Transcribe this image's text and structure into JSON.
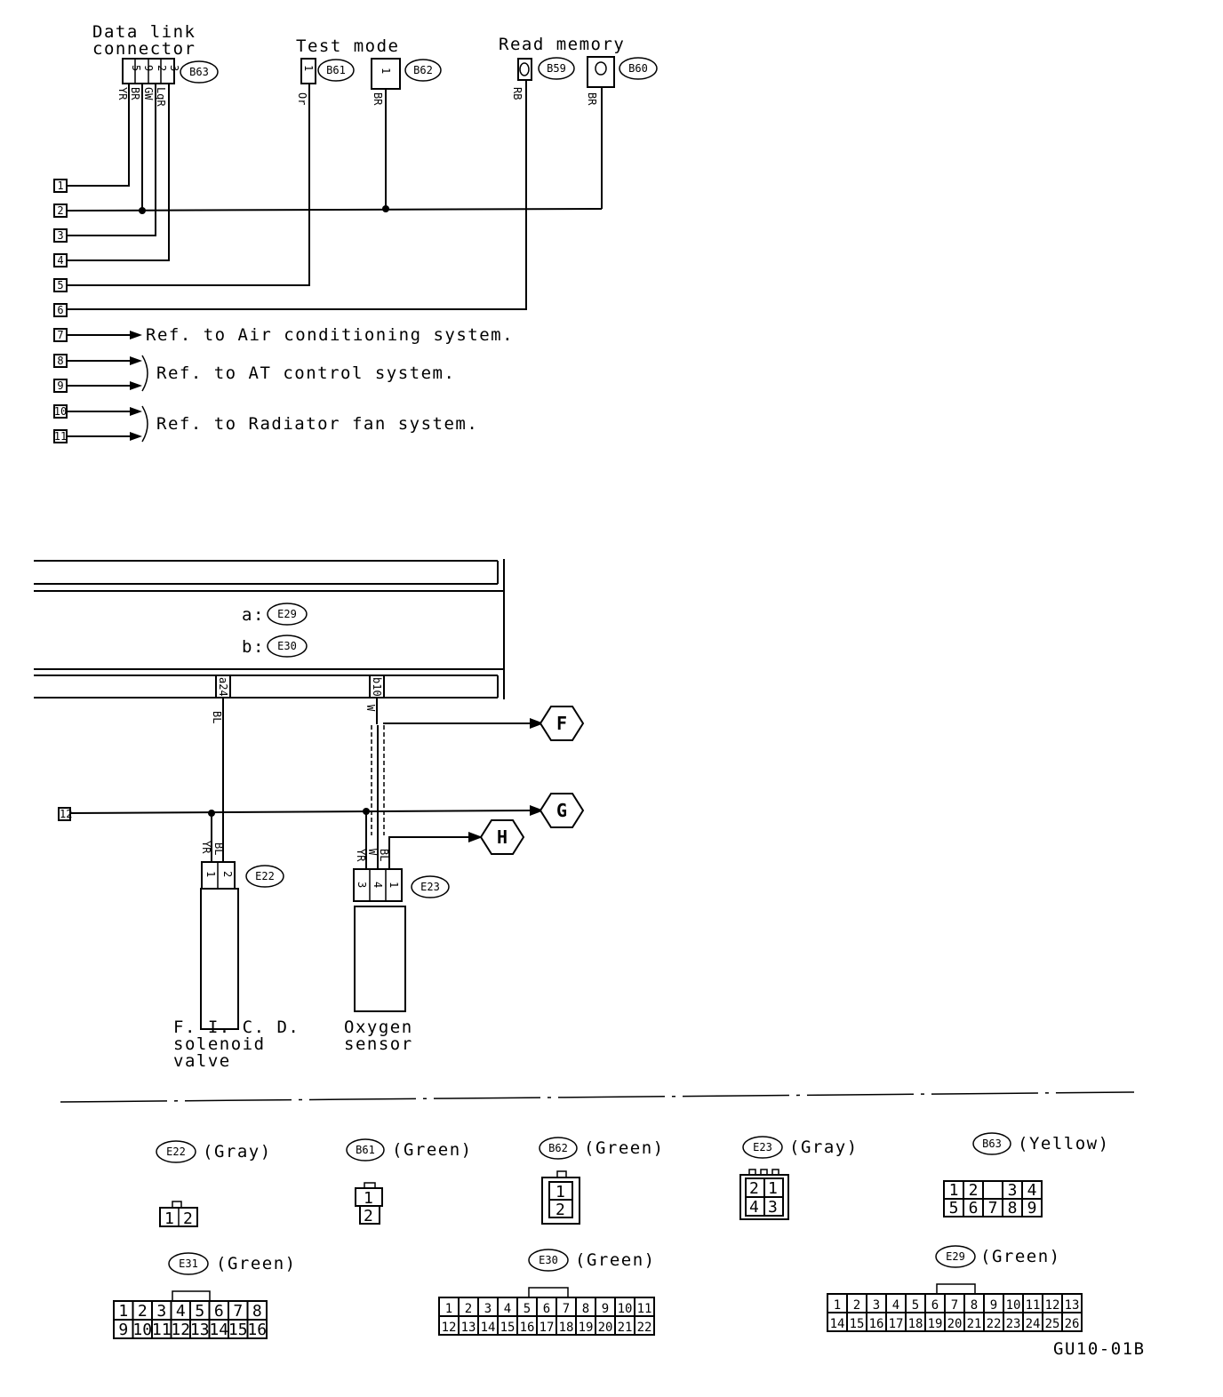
{
  "top_section": {
    "data_link_connector": {
      "title_line1": "Data link",
      "title_line2": "connector",
      "connector_id": "B63",
      "pins": [
        "5",
        "9",
        "2",
        "3"
      ],
      "wire_colors": [
        "YR",
        "BR",
        "GW",
        "LgR"
      ]
    },
    "test_mode": {
      "title": "Test mode",
      "connectors": [
        {
          "id": "B61",
          "pin": "1",
          "wire": "Or"
        },
        {
          "id": "B62",
          "pin": "1",
          "wire": "BR"
        }
      ]
    },
    "read_memory": {
      "title": "Read memory",
      "connectors": [
        {
          "id": "B59",
          "wire": "RB"
        },
        {
          "id": "B60",
          "wire": "BR"
        }
      ]
    },
    "terminals": [
      "1",
      "2",
      "3",
      "4",
      "5",
      "6",
      "7",
      "8",
      "9",
      "10",
      "11"
    ],
    "refs": [
      "Ref. to Air conditioning system.",
      "Ref. to AT control system.",
      "Ref. to Radiator fan system."
    ]
  },
  "ecu": {
    "connector_a_prefix": "a:",
    "connector_a": "E29",
    "connector_b_prefix": "b:",
    "connector_b": "E30",
    "pin_left": "a24",
    "pin_right": "b10"
  },
  "wires": {
    "left": "BL",
    "right": "W",
    "fico_yr": "YR",
    "fico_bl": "BL",
    "o2_yr": "YR",
    "o2_w": "W",
    "o2_bl": "BL"
  },
  "terminal_12": "12",
  "signals": [
    "F",
    "G",
    "H"
  ],
  "components": {
    "fico": {
      "connector_id": "E22",
      "label_line1": "F. I. C. D.",
      "label_line2": "solenoid",
      "label_line3": "valve",
      "pins": [
        "1",
        "2"
      ]
    },
    "oxygen": {
      "connector_id": "E23",
      "label_line1": "Oxygen",
      "label_line2": "sensor",
      "pins": [
        "3",
        "4",
        "1"
      ]
    }
  },
  "legend": {
    "e22": {
      "id": "E22",
      "color": "(Gray)",
      "pins": [
        "1",
        "2"
      ]
    },
    "b61": {
      "id": "B61",
      "color": "(Green)",
      "pins": [
        "1",
        "2"
      ]
    },
    "b62": {
      "id": "B62",
      "color": "(Green)",
      "pins": [
        "1",
        "2"
      ]
    },
    "e23": {
      "id": "E23",
      "color": "(Gray)",
      "pins": [
        "2",
        "1",
        "4",
        "3"
      ]
    },
    "b63": {
      "id": "B63",
      "color": "(Yellow)",
      "row1": [
        "1",
        "2",
        "",
        "3",
        "4"
      ],
      "row2": [
        "5",
        "6",
        "7",
        "8",
        "9"
      ]
    },
    "e31": {
      "id": "E31",
      "color": "(Green)",
      "row1": [
        "1",
        "2",
        "3",
        "4",
        "5",
        "6",
        "7",
        "8"
      ],
      "row2": [
        "9",
        "10",
        "11",
        "12",
        "13",
        "14",
        "15",
        "16"
      ]
    },
    "e30": {
      "id": "E30",
      "color": "(Green)",
      "row1": [
        "1",
        "2",
        "3",
        "4",
        "5",
        "6",
        "7",
        "8",
        "9",
        "10",
        "11"
      ],
      "row2": [
        "12",
        "13",
        "14",
        "15",
        "16",
        "17",
        "18",
        "19",
        "20",
        "21",
        "22"
      ]
    },
    "e29": {
      "id": "E29",
      "color": "(Green)",
      "row1": [
        "1",
        "2",
        "3",
        "4",
        "5",
        "6",
        "7",
        "8",
        "9",
        "10",
        "11",
        "12",
        "13"
      ],
      "row2": [
        "14",
        "15",
        "16",
        "17",
        "18",
        "19",
        "20",
        "21",
        "22",
        "23",
        "24",
        "25",
        "26"
      ]
    }
  },
  "figure_code": "GU10-01B"
}
